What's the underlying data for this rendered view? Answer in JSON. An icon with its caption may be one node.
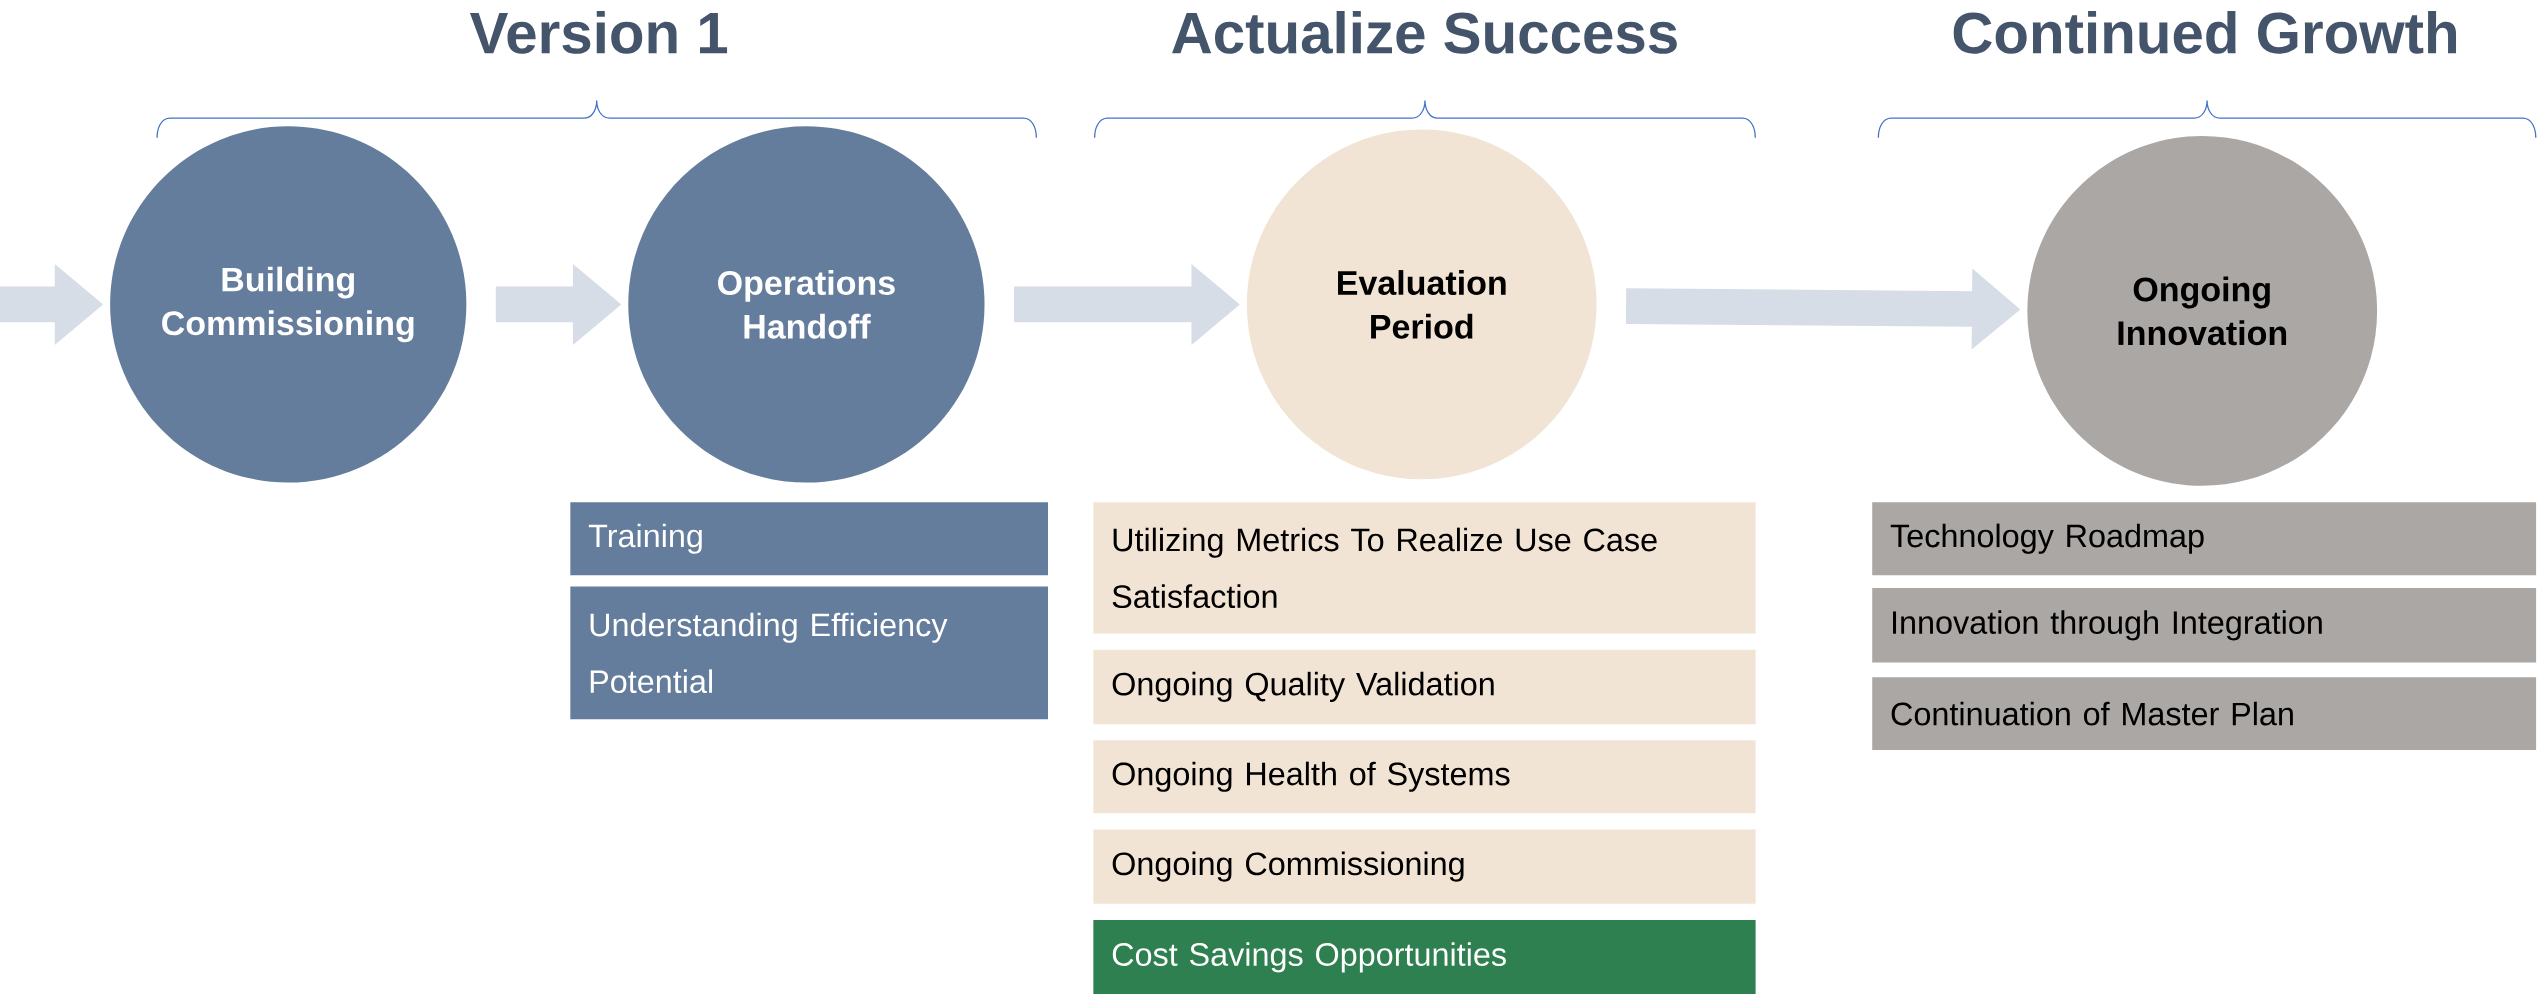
{
  "diagram": {
    "nodes": [
      {
        "text": [
          "Building Commissioning"
        ]
      },
      {
        "text": [
          "Operations Handoff"
        ]
      },
      {
        "text": [
          "Evaluation Period"
        ]
      },
      {
        "text": [
          "Ongoing Innovation"
        ]
      },
      {
        "text": [
          "Training"
        ]
      },
      {
        "text": [
          "Understanding Efficiency Potential"
        ]
      },
      {
        "text": [
          "Utilizing Metrics To Realize Use Case Satisfaction"
        ]
      },
      {
        "text": [
          "Ongoing Quality Validation"
        ]
      },
      {
        "text": [
          "Ongoing Health of Systems"
        ]
      },
      {
        "text": [
          "Ongoing Commissioning"
        ]
      },
      {
        "text": [
          "Cost Savings Opportunities"
        ]
      },
      {
        "text": [
          "Technology Roadmap"
        ]
      },
      {
        "text": [
          "Innovation through Integration"
        ]
      },
      {
        "text": [
          "Continuation of Master Plan"
        ]
      }
    ],
    "edges": [
      {
        "from": null,
        "to": 0,
        "arrow": "to"
      },
      {
        "from": 0,
        "to": 1,
        "arrow": "to"
      },
      {
        "from": 1,
        "to": 2,
        "arrow": "to"
      },
      {
        "from": 2,
        "to": 3,
        "arrow": "to"
      }
    ],
    "labels": [
      "Version 1",
      "Actualize Success",
      "Continued Growth"
    ]
  }
}
